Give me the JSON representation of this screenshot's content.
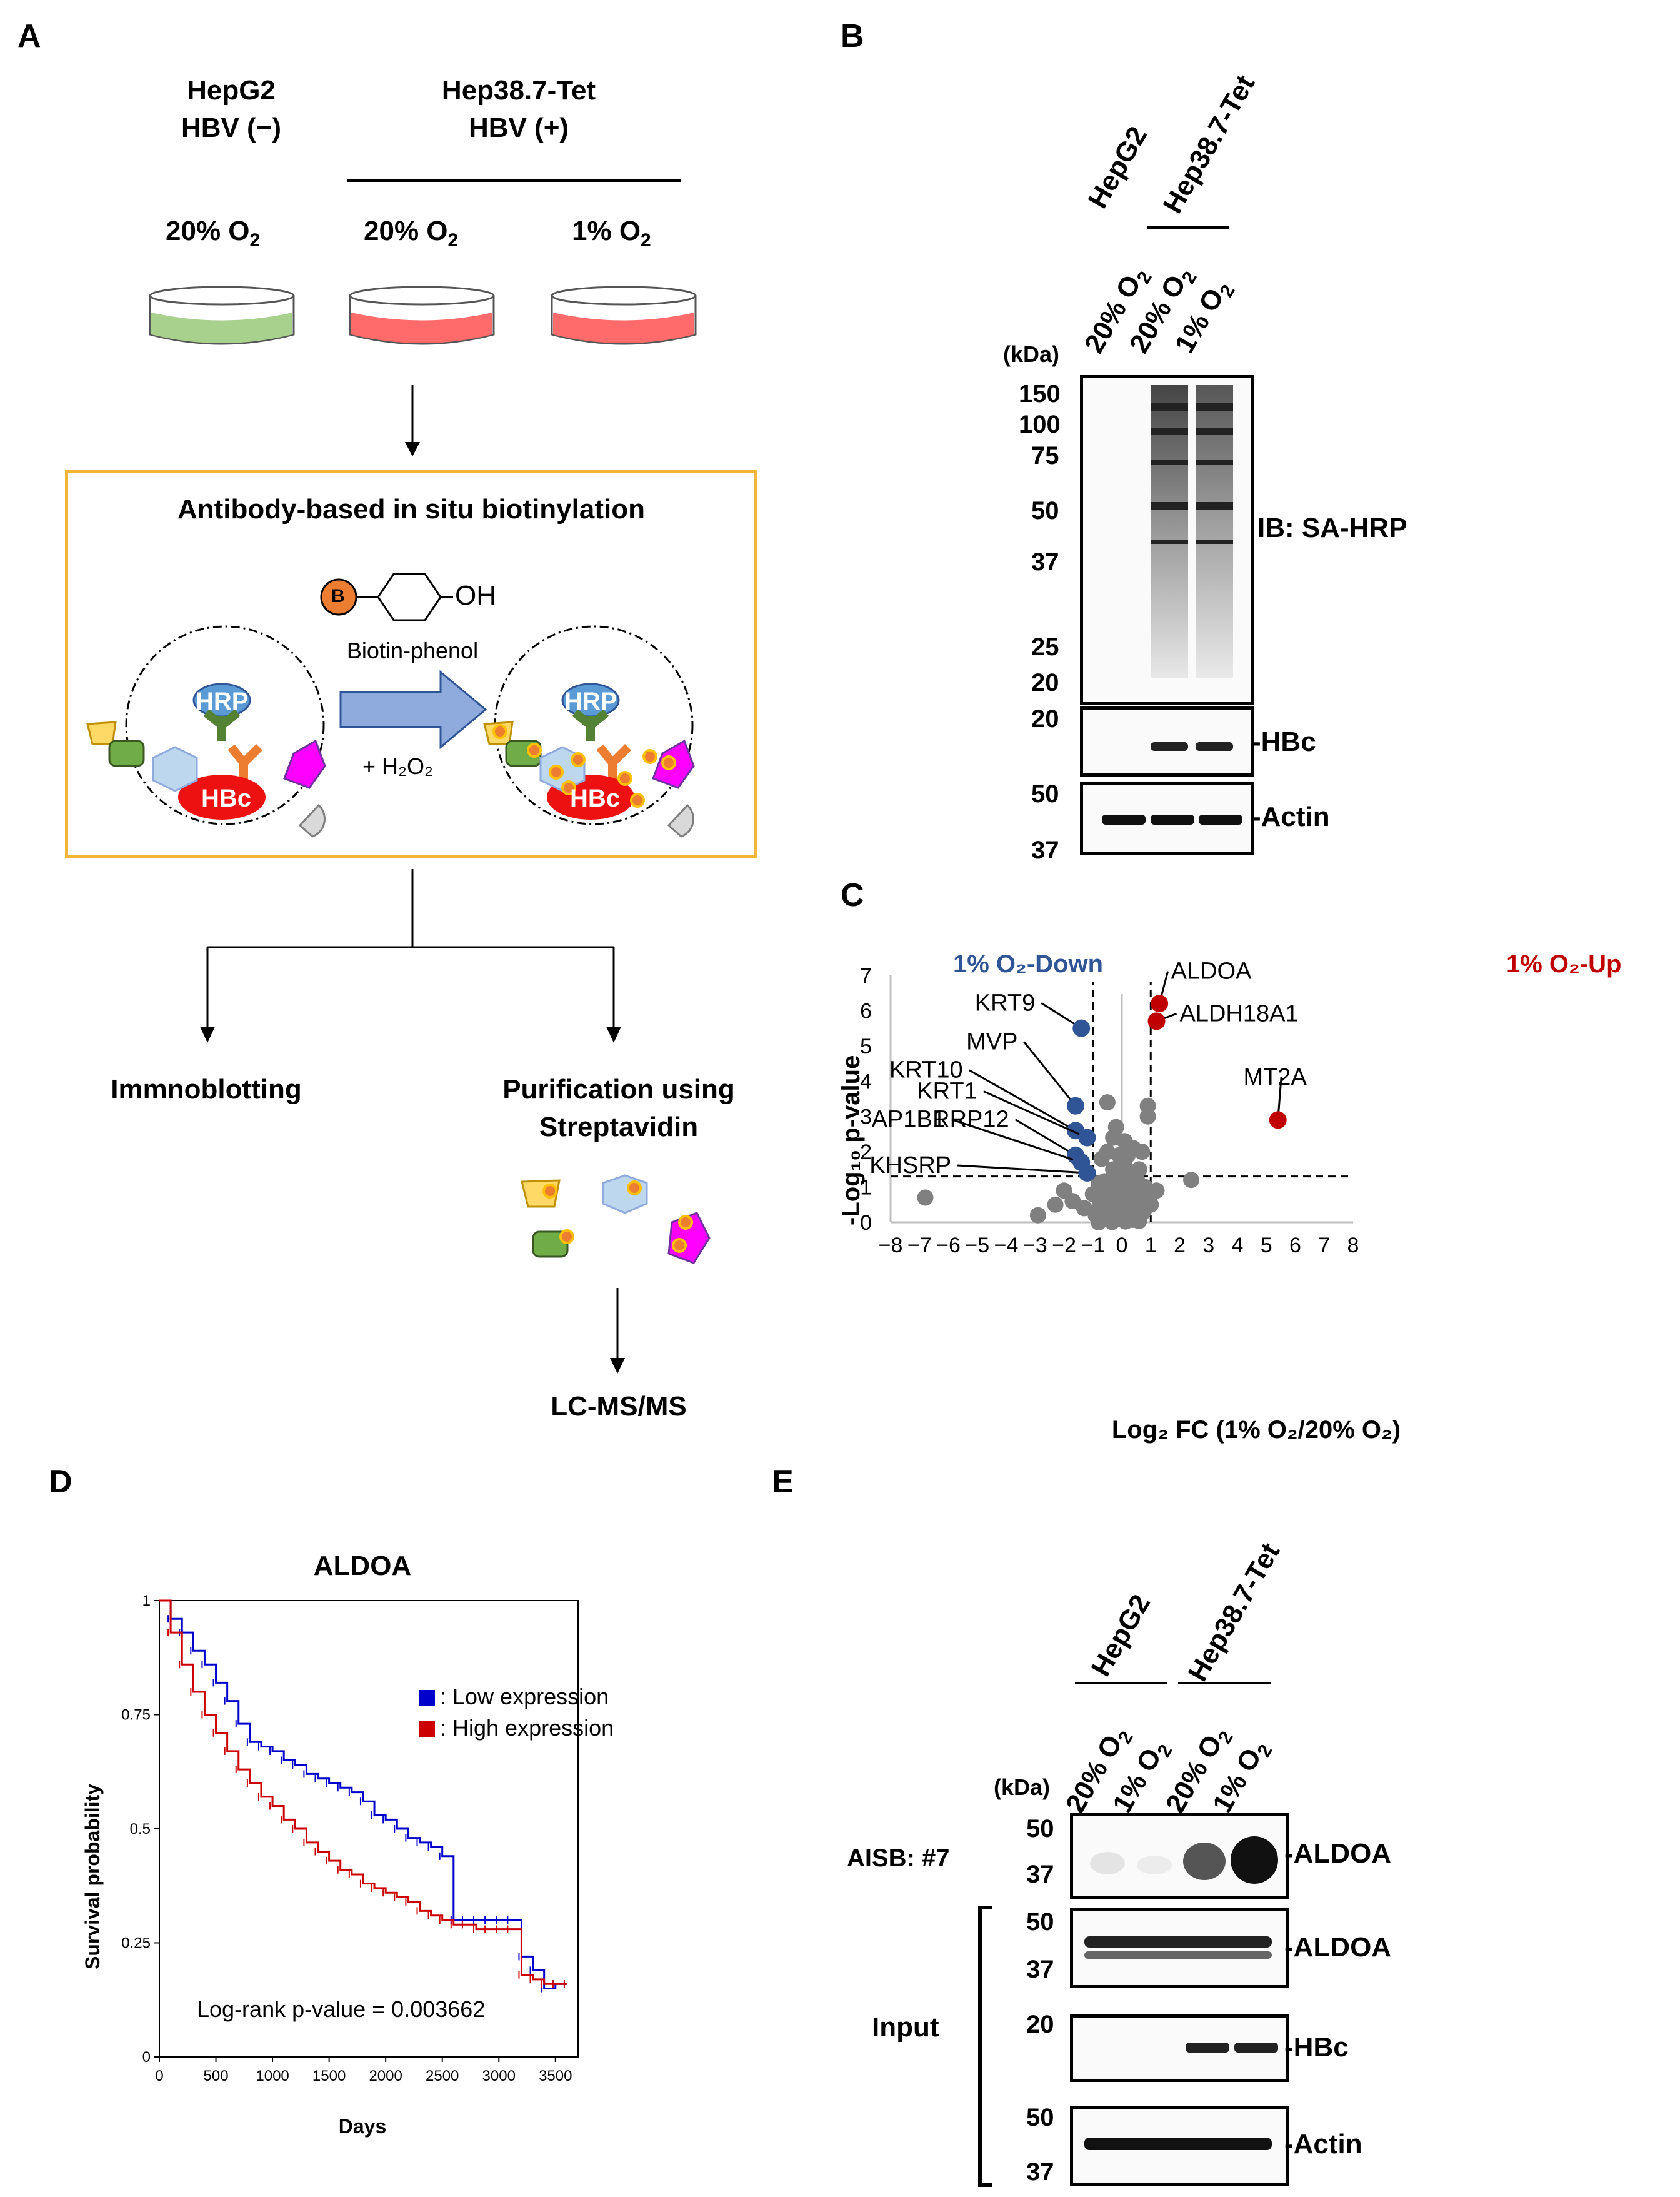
{
  "panels": {
    "A": "A",
    "B": "B",
    "C": "C",
    "D": "D",
    "E": "E"
  },
  "panelA": {
    "hepg2": {
      "name": "HepG2",
      "status": "HBV (−)",
      "cond": "20% O",
      "sub": "2"
    },
    "hep38": {
      "name": "Hep38.7-Tet",
      "status": "HBV (+)"
    },
    "cond2": {
      "text": "20% O",
      "sub": "2"
    },
    "cond3": {
      "text": "1% O",
      "sub": "2"
    },
    "box_title": "Antibody-based in situ biotinylation",
    "biotin_b": "B",
    "biotin_oh": "OH",
    "biotin_label": "Biotin-phenol",
    "h2o2": "+ H₂O₂",
    "hrp": "HRP",
    "hbc": "HBc",
    "immunoblot": "Immnoblotting",
    "purif1": "Purification using",
    "purif2": "Streptavidin",
    "lcms": "LC-MS/MS",
    "colors": {
      "dish_green": "#a9d18e",
      "dish_red": "#ff6b6b",
      "box_border": "#f2b53a",
      "arrow_fill": "#8faadc",
      "hrp": "#5b9bd5",
      "hbc": "#ee1111",
      "antibody": "#548235",
      "orange": "#ed7d31"
    }
  },
  "panelB": {
    "col_groups": [
      "HepG2",
      "Hep38.7-Tet"
    ],
    "lanes": [
      {
        "t": "20% O",
        "s": "2"
      },
      {
        "t": "20% O",
        "s": "2"
      },
      {
        "t": "1% O",
        "s": "2"
      }
    ],
    "kda": "(kDa)",
    "markers_top": [
      "150",
      "100",
      "75",
      "50",
      "37",
      "25",
      "20"
    ],
    "ib": "IB: SA-HRP",
    "hbc_marker": "20",
    "hbc": "-HBc",
    "actin_markers": [
      "50",
      "37"
    ],
    "actin": "-Actin"
  },
  "panelC": {
    "legend_down": "1% O₂-Down",
    "legend_up": "1% O₂-Up",
    "ylabel": "-Log₁₀ p-value",
    "xlabel": "Log₂ FC (1% O₂/20% O₂)",
    "colors": {
      "down": "#2f5597",
      "up": "#c00000",
      "ns": "#808080"
    }
  },
  "chart_data": [
    {
      "type": "scatter",
      "title": "",
      "xlabel": "Log2 FC (1% O2/20% O2)",
      "ylabel": "-Log10 p-value",
      "xlim": [
        -8,
        8
      ],
      "ylim": [
        0,
        7
      ],
      "xticks": [
        -8,
        -7,
        -6,
        -5,
        -4,
        -3,
        -2,
        -1,
        0,
        1,
        2,
        3,
        4,
        5,
        6,
        7,
        8
      ],
      "yticks": [
        0,
        1,
        2,
        3,
        4,
        5,
        6,
        7
      ],
      "thresholds": {
        "x": [
          -1,
          1
        ],
        "y": 1.3
      },
      "labeled_points": [
        {
          "label": "ALDOA",
          "x": 1.3,
          "y": 6.2,
          "group": "up"
        },
        {
          "label": "ALDH18A1",
          "x": 1.2,
          "y": 5.7,
          "group": "up"
        },
        {
          "label": "MT2A",
          "x": 5.4,
          "y": 2.9,
          "group": "up"
        },
        {
          "label": "KRT9",
          "x": -1.4,
          "y": 5.5,
          "group": "down"
        },
        {
          "label": "MVP",
          "x": -1.6,
          "y": 3.3,
          "group": "down"
        },
        {
          "label": "KRT10",
          "x": -1.6,
          "y": 2.6,
          "group": "down"
        },
        {
          "label": "KRT1",
          "x": -1.2,
          "y": 2.4,
          "group": "down"
        },
        {
          "label": "RRP12",
          "x": -1.6,
          "y": 1.9,
          "group": "down"
        },
        {
          "label": "AP1B1",
          "x": -1.4,
          "y": 1.7,
          "group": "down"
        },
        {
          "label": "KHSRP",
          "x": -1.2,
          "y": 1.4,
          "group": "down"
        }
      ],
      "other_points": [
        [
          -6.8,
          0.7
        ],
        [
          -2.9,
          0.2
        ],
        [
          -2.3,
          0.5
        ],
        [
          -2.0,
          0.9
        ],
        [
          -1.7,
          0.6
        ],
        [
          -1.3,
          0.4
        ],
        [
          -1.0,
          0.8
        ],
        [
          -0.9,
          0.2
        ],
        [
          -0.8,
          1.1
        ],
        [
          -0.7,
          1.8
        ],
        [
          -0.6,
          0.4
        ],
        [
          -0.5,
          3.4
        ],
        [
          -0.5,
          2.0
        ],
        [
          -0.4,
          1.2
        ],
        [
          -0.4,
          0.6
        ],
        [
          -0.3,
          2.4
        ],
        [
          -0.3,
          1.5
        ],
        [
          -0.3,
          0.3
        ],
        [
          -0.2,
          2.7
        ],
        [
          -0.2,
          1.0
        ],
        [
          -0.2,
          0.7
        ],
        [
          -0.1,
          1.9
        ],
        [
          -0.1,
          0.5
        ],
        [
          0.0,
          1.3
        ],
        [
          0.0,
          0.9
        ],
        [
          0.0,
          0.3
        ],
        [
          0.1,
          2.3
        ],
        [
          0.1,
          1.6
        ],
        [
          0.1,
          0.6
        ],
        [
          0.2,
          1.1
        ],
        [
          0.2,
          0.4
        ],
        [
          0.2,
          1.9
        ],
        [
          0.3,
          1.4
        ],
        [
          0.3,
          0.8
        ],
        [
          0.4,
          2.1
        ],
        [
          0.4,
          0.5
        ],
        [
          0.5,
          1.2
        ],
        [
          0.5,
          0.9
        ],
        [
          0.6,
          1.5
        ],
        [
          0.6,
          0.3
        ],
        [
          0.7,
          2.0
        ],
        [
          0.8,
          1.0
        ],
        [
          0.8,
          0.6
        ],
        [
          0.9,
          3.3
        ],
        [
          0.9,
          3.0
        ],
        [
          1.0,
          0.5
        ],
        [
          1.2,
          0.9
        ],
        [
          2.4,
          1.2
        ]
      ]
    },
    {
      "type": "line",
      "title": "ALDOA",
      "xlabel": "Days",
      "ylabel": "Survival probability",
      "xlim": [
        0,
        3700
      ],
      "ylim": [
        0,
        1
      ],
      "xticks": [
        0,
        500,
        1000,
        1500,
        2000,
        2500,
        3000,
        3500
      ],
      "yticks": [
        0,
        0.25,
        0.5,
        0.75,
        1
      ],
      "series": [
        {
          "name": ": Low expression",
          "color": "#0000cc",
          "x": [
            0,
            100,
            200,
            300,
            400,
            500,
            600,
            700,
            800,
            900,
            1000,
            1100,
            1200,
            1300,
            1400,
            1500,
            1600,
            1700,
            1800,
            1900,
            2000,
            2100,
            2200,
            2300,
            2400,
            2500,
            2600,
            2700,
            2800,
            2900,
            3000,
            3100,
            3200,
            3300,
            3400,
            3500,
            3600
          ],
          "y": [
            1.0,
            0.96,
            0.93,
            0.89,
            0.86,
            0.82,
            0.78,
            0.73,
            0.69,
            0.68,
            0.67,
            0.65,
            0.64,
            0.62,
            0.61,
            0.6,
            0.59,
            0.58,
            0.56,
            0.53,
            0.52,
            0.5,
            0.48,
            0.47,
            0.46,
            0.44,
            0.3,
            0.3,
            0.3,
            0.3,
            0.3,
            0.3,
            0.22,
            0.19,
            0.15,
            0.16,
            0.16
          ]
        },
        {
          "name": ": High expression",
          "color": "#cc0000",
          "x": [
            0,
            100,
            200,
            300,
            400,
            500,
            600,
            700,
            800,
            900,
            1000,
            1100,
            1200,
            1300,
            1400,
            1500,
            1600,
            1700,
            1800,
            1900,
            2000,
            2100,
            2200,
            2300,
            2400,
            2500,
            2600,
            2700,
            2800,
            2900,
            3000,
            3100,
            3200,
            3300,
            3400,
            3500,
            3600
          ],
          "y": [
            1.0,
            0.93,
            0.86,
            0.8,
            0.75,
            0.71,
            0.67,
            0.63,
            0.6,
            0.57,
            0.55,
            0.52,
            0.5,
            0.47,
            0.45,
            0.43,
            0.41,
            0.4,
            0.38,
            0.37,
            0.36,
            0.35,
            0.34,
            0.32,
            0.31,
            0.3,
            0.29,
            0.29,
            0.28,
            0.28,
            0.28,
            0.28,
            0.18,
            0.17,
            0.16,
            0.16,
            0.16
          ]
        }
      ]
    }
  ],
  "panelD": {
    "title": "ALDOA",
    "legend_low": ": Low expression",
    "legend_high": ": High expression",
    "logrank": "Log-rank p-value = 0.003662",
    "ylabel": "Survival probability",
    "xlabel": "Days"
  },
  "panelE": {
    "col_groups": [
      "HepG2",
      "Hep38.7-Tet"
    ],
    "lanes": [
      {
        "t": "20% O",
        "s": "2"
      },
      {
        "t": "1% O",
        "s": "2"
      },
      {
        "t": "20% O",
        "s": "2"
      },
      {
        "t": "1% O",
        "s": "2"
      }
    ],
    "kda": "(kDa)",
    "aisb": "AISB: #7",
    "input": "Input",
    "blots": [
      {
        "markers": [
          "50",
          "37"
        ],
        "label": "-ALDOA"
      },
      {
        "markers": [
          "50",
          "37"
        ],
        "label": "-ALDOA"
      },
      {
        "markers": [
          "20"
        ],
        "label": "-HBc"
      },
      {
        "markers": [
          "50",
          "37"
        ],
        "label": "-Actin"
      }
    ]
  }
}
